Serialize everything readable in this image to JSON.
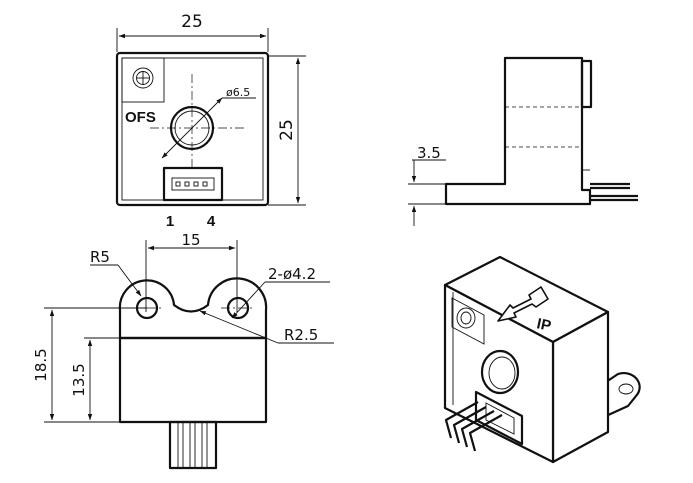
{
  "front_view": {
    "dim_width": "25",
    "dim_height": "25",
    "hole_diameter": "ø6.5",
    "offset_label": "OFS",
    "pin_first": "1",
    "pin_last": "4"
  },
  "side_view": {
    "dim_base_height": "3.5"
  },
  "bottom_view": {
    "dim_hole_spacing": "15",
    "dim_radius_outer": "R5",
    "dim_mount_holes": "2-ø4.2",
    "dim_radius_inner": "R2.5",
    "dim_total_height": "18.5",
    "dim_body_height": "13.5"
  },
  "iso_view": {
    "current_label": "IP"
  }
}
